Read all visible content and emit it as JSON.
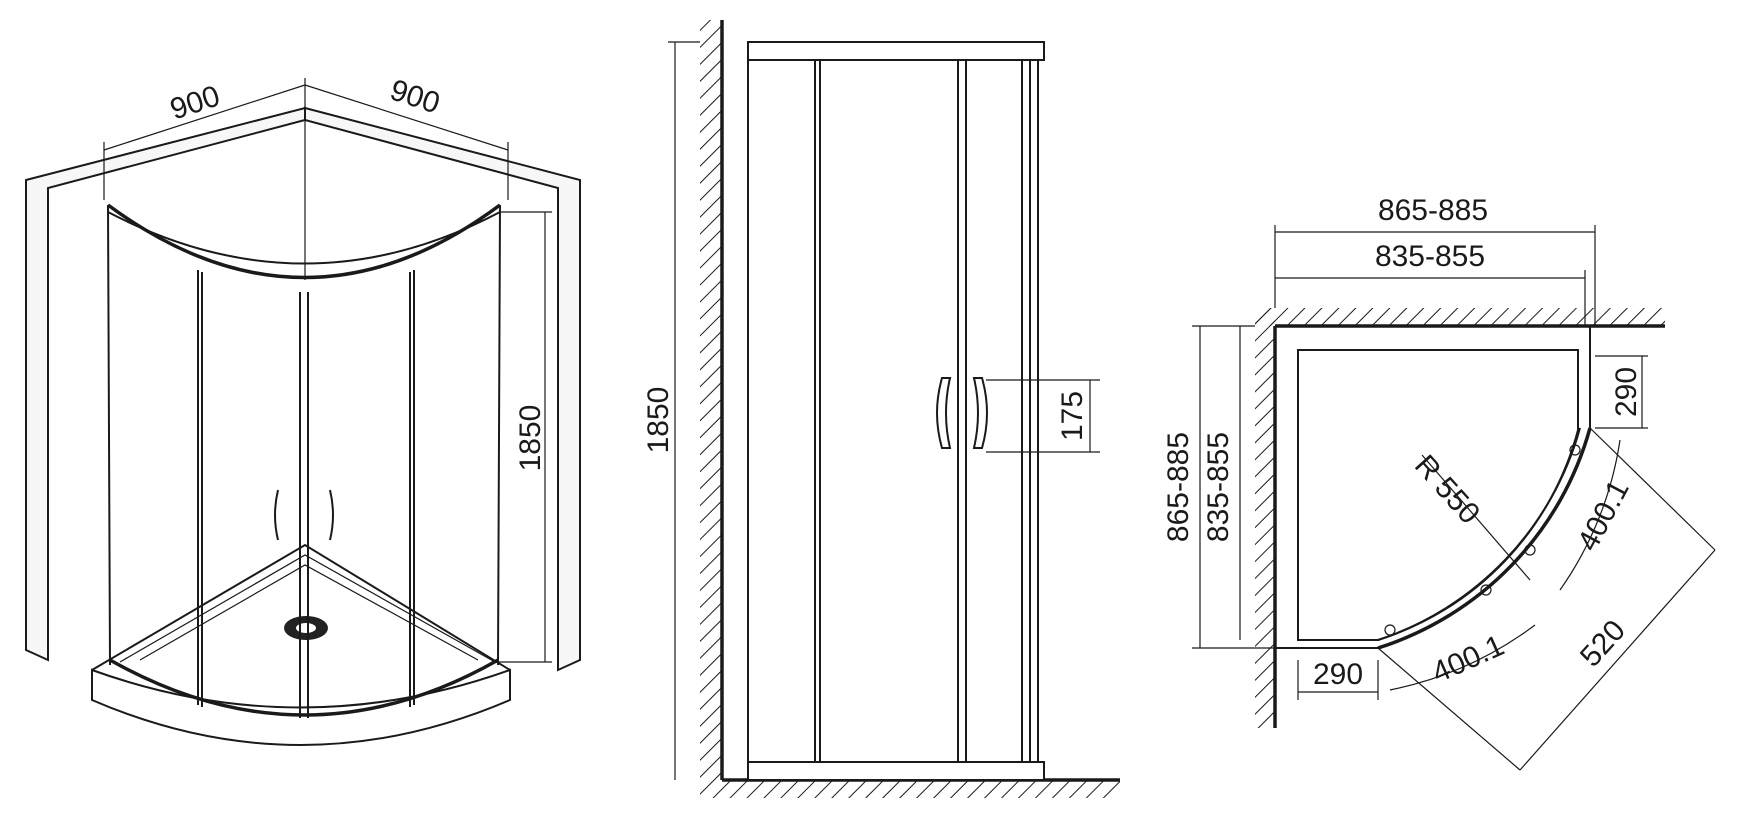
{
  "iso_view": {
    "width_left": "900",
    "width_right": "900",
    "height": "1850"
  },
  "side_view": {
    "height": "1850",
    "handle_height": "175"
  },
  "plan_view": {
    "top_outer": "865-885",
    "top_inner": "835-855",
    "left_outer": "865-885",
    "left_inner": "835-855",
    "radius": "R 550",
    "right_side_panel": "290",
    "bottom_side_panel": "290",
    "right_door": "400.1",
    "bottom_door": "400.1",
    "diagonal": "520"
  },
  "colors": {
    "ink": "#1a1a1a",
    "background": "#ffffff"
  }
}
